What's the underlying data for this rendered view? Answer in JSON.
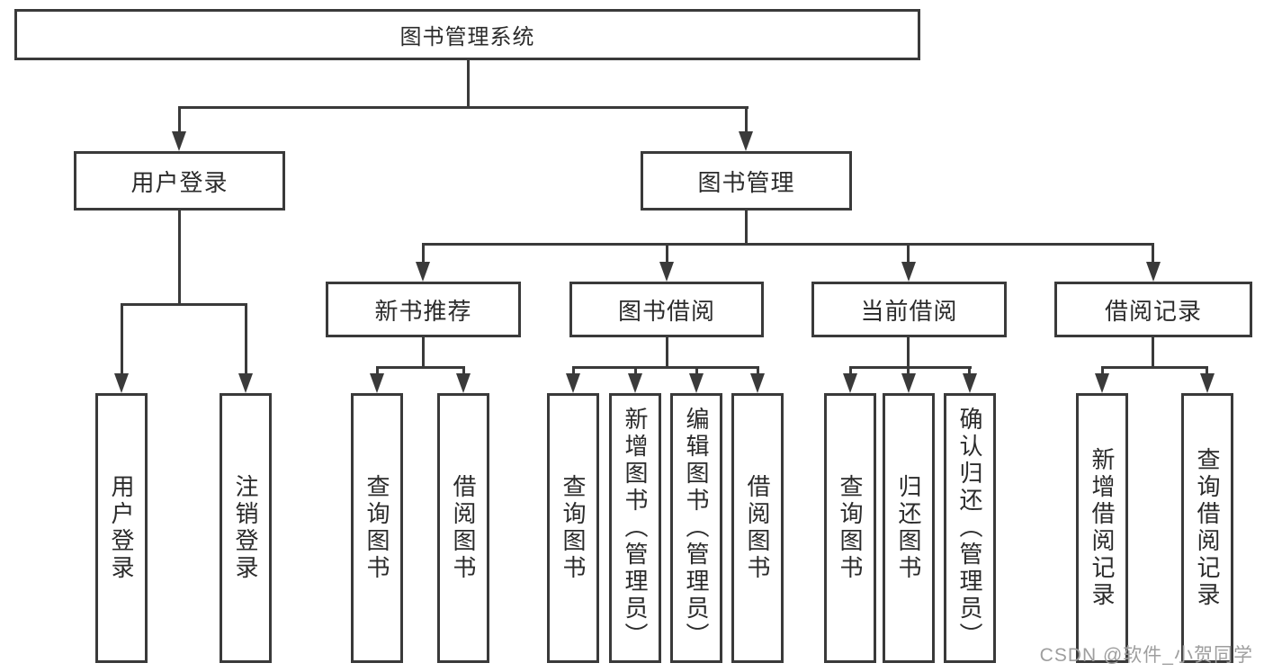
{
  "nodes": {
    "root": "图书管理系统",
    "login": "用户登录",
    "mgmt": "图书管理",
    "rec": "新书推荐",
    "borrow": "图书借阅",
    "current": "当前借阅",
    "records": "借阅记录",
    "login_user": "用户登录",
    "login_logout": "注销登录",
    "rec_query": "查询图书",
    "rec_borrow": "借阅图书",
    "borrow_query": "查询图书",
    "borrow_add": "新增图书（管理员）",
    "borrow_edit": "编辑图书（管理员）",
    "borrow_lend": "借阅图书",
    "current_query": "查询图书",
    "current_return": "归还图书",
    "current_confirm": "确认归还（管理员）",
    "records_add": "新增借阅记录",
    "records_query": "查询借阅记录"
  },
  "watermark": "CSDN @软件_小贺同学",
  "colors": {
    "line": "#3a3a3a",
    "text": "#2b2b2b",
    "background": "#ffffff",
    "watermark": "#9e9e9e"
  }
}
